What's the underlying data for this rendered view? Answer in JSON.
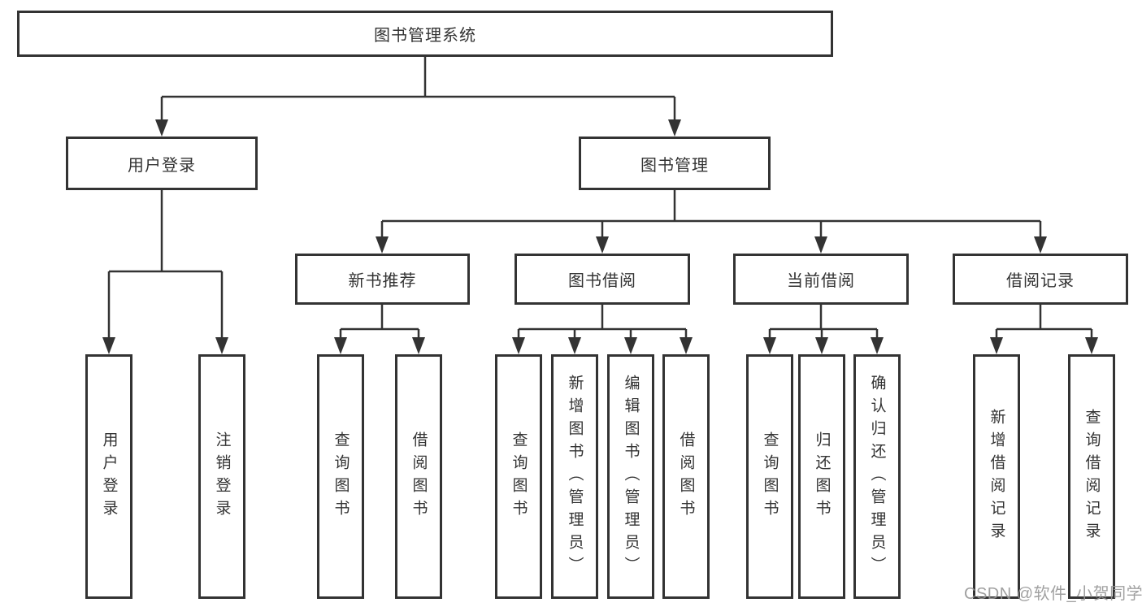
{
  "watermark": {
    "text": "CSDN @软件_小贺同学"
  },
  "tree": {
    "root": {
      "label": "图书管理系统",
      "children": [
        {
          "label": "用户登录",
          "children": [
            {
              "label": "用户登录"
            },
            {
              "label": "注销登录"
            }
          ]
        },
        {
          "label": "图书管理",
          "children": [
            {
              "label": "新书推荐",
              "children": [
                {
                  "label": "查询图书"
                },
                {
                  "label": "借阅图书"
                }
              ]
            },
            {
              "label": "图书借阅",
              "children": [
                {
                  "label": "查询图书"
                },
                {
                  "label": "新增图书（管理员）"
                },
                {
                  "label": "编辑图书（管理员）"
                },
                {
                  "label": "借阅图书"
                }
              ]
            },
            {
              "label": "当前借阅",
              "children": [
                {
                  "label": "查询图书"
                },
                {
                  "label": "归还图书"
                },
                {
                  "label": "确认归还（管理员）"
                }
              ]
            },
            {
              "label": "借阅记录",
              "children": [
                {
                  "label": "新增借阅记录"
                },
                {
                  "label": "查询借阅记录"
                }
              ]
            }
          ]
        }
      ]
    }
  },
  "style": {
    "line_color": "#333333",
    "box_border_color": "#333333",
    "background": "#ffffff",
    "watermark_color": "#969696"
  }
}
